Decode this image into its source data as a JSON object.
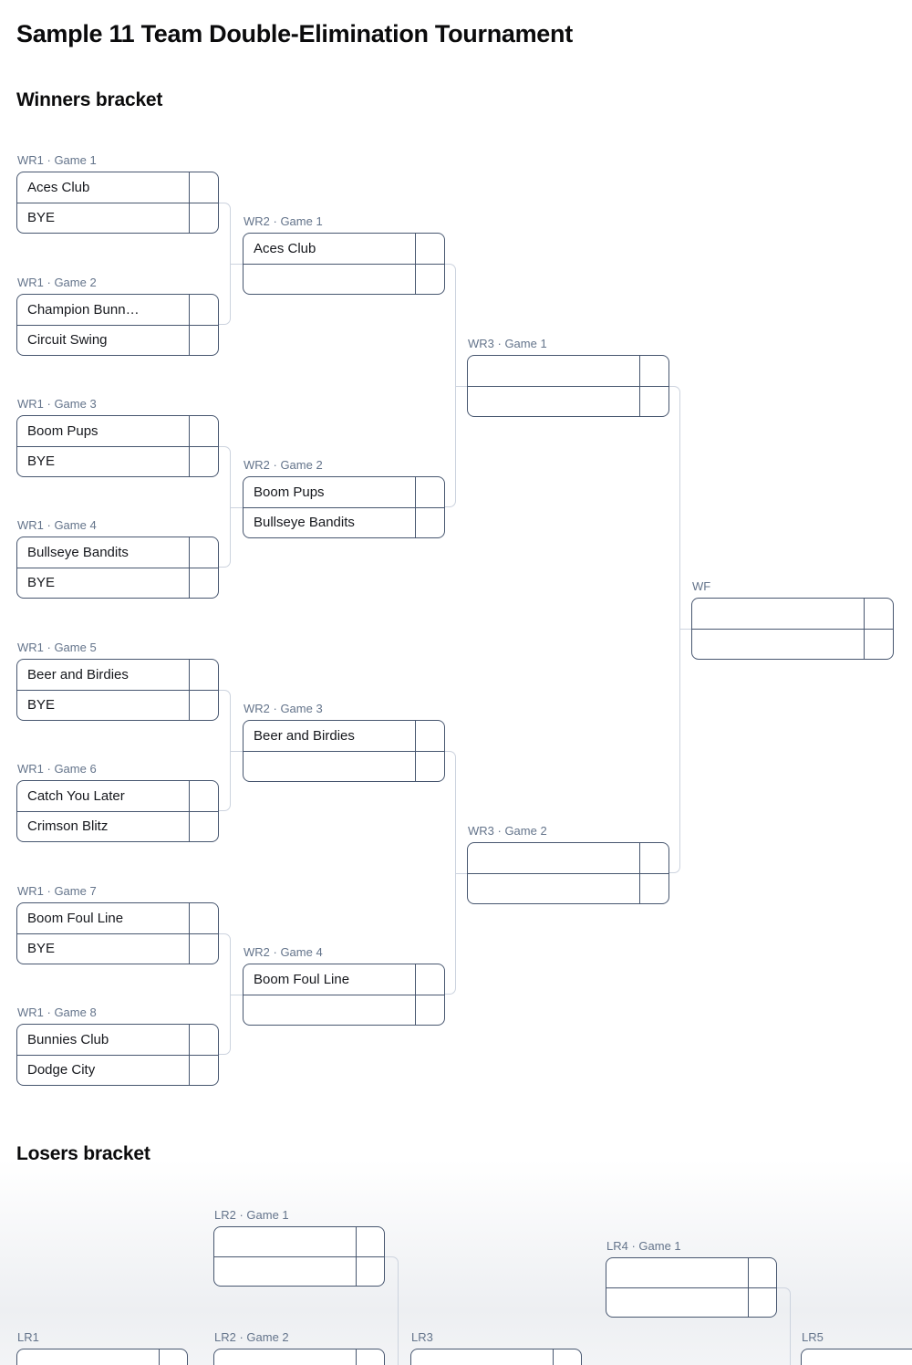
{
  "page": {
    "title": "Sample 11 Team Double-Elimination Tournament"
  },
  "sections": {
    "winners": "Winners bracket",
    "losers": "Losers bracket"
  },
  "colors": {
    "box_border": "#47566f",
    "match_label": "#64748b",
    "connector": "#ccd3de",
    "team_text": "#16181d",
    "heading_text": "#0b0b0c"
  },
  "winners": {
    "matches": [
      {
        "label": "WR1 · Game 1",
        "slots": [
          "Aces Club",
          "BYE"
        ],
        "scores": [
          "",
          ""
        ]
      },
      {
        "label": "WR1 · Game 2",
        "slots": [
          "Champion Bunn…",
          "Circuit Swing"
        ],
        "scores": [
          "",
          ""
        ]
      },
      {
        "label": "WR1 · Game 3",
        "slots": [
          "Boom Pups",
          "BYE"
        ],
        "scores": [
          "",
          ""
        ]
      },
      {
        "label": "WR1 · Game 4",
        "slots": [
          "Bullseye Bandits",
          "BYE"
        ],
        "scores": [
          "",
          ""
        ]
      },
      {
        "label": "WR1 · Game 5",
        "slots": [
          "Beer and Birdies",
          "BYE"
        ],
        "scores": [
          "",
          ""
        ]
      },
      {
        "label": "WR1 · Game 6",
        "slots": [
          "Catch You Later",
          "Crimson Blitz"
        ],
        "scores": [
          "",
          ""
        ]
      },
      {
        "label": "WR1 · Game 7",
        "slots": [
          "Boom Foul Line",
          "BYE"
        ],
        "scores": [
          "",
          ""
        ]
      },
      {
        "label": "WR1 · Game 8",
        "slots": [
          "Bunnies Club",
          "Dodge City"
        ],
        "scores": [
          "",
          ""
        ]
      },
      {
        "label": "WR2 · Game 1",
        "slots": [
          "Aces Club",
          ""
        ],
        "scores": [
          "",
          ""
        ]
      },
      {
        "label": "WR2 · Game 2",
        "slots": [
          "Boom Pups",
          "Bullseye Bandits"
        ],
        "scores": [
          "",
          ""
        ]
      },
      {
        "label": "WR2 · Game 3",
        "slots": [
          "Beer and Birdies",
          ""
        ],
        "scores": [
          "",
          ""
        ]
      },
      {
        "label": "WR2 · Game 4",
        "slots": [
          "Boom Foul Line",
          ""
        ],
        "scores": [
          "",
          ""
        ]
      },
      {
        "label": "WR3 · Game 1",
        "slots": [
          "",
          ""
        ],
        "scores": [
          "",
          ""
        ]
      },
      {
        "label": "WR3 · Game 2",
        "slots": [
          "",
          ""
        ],
        "scores": [
          "",
          ""
        ]
      },
      {
        "label": "WF",
        "slots": [
          "",
          ""
        ],
        "scores": [
          "",
          ""
        ]
      }
    ]
  },
  "losers": {
    "matches": [
      {
        "label": "LR2 · Game 1",
        "slots": [
          "",
          ""
        ],
        "scores": [
          "",
          ""
        ]
      },
      {
        "label": "LR4 · Game 1",
        "slots": [
          "",
          ""
        ],
        "scores": [
          "",
          ""
        ]
      },
      {
        "label": "LR1",
        "slots": [
          "",
          ""
        ],
        "scores": [
          "",
          ""
        ]
      },
      {
        "label": "LR2 · Game 2",
        "slots": [
          "",
          ""
        ],
        "scores": [
          "",
          ""
        ]
      },
      {
        "label": "LR3",
        "slots": [
          "",
          ""
        ],
        "scores": [
          "",
          ""
        ]
      },
      {
        "label": "LR5",
        "slots": [
          "",
          ""
        ],
        "scores": [
          "",
          ""
        ]
      }
    ]
  }
}
